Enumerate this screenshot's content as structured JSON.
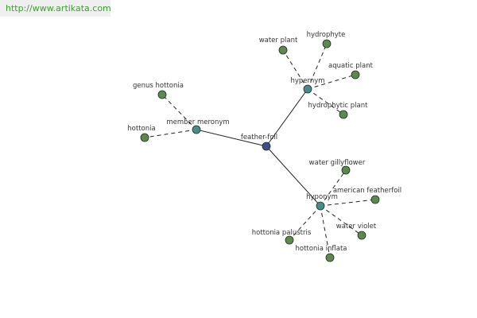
{
  "site_url": "http://www.artikata.com",
  "colors": {
    "leaf": "#5b8a4c",
    "relation": "#4b8a8c",
    "center": "#3b4f8e",
    "edge": "#222222",
    "label": "#333333",
    "watermark_text": "#3c9e2e",
    "watermark_bg": "#efefef"
  },
  "graph": {
    "center": "feather-foil",
    "relations": [
      {
        "label": "hypernym",
        "members": [
          "water plant",
          "hydrophyte",
          "aquatic plant",
          "hydrophytic plant"
        ]
      },
      {
        "label": "member meronym",
        "members": [
          "genus hottonia",
          "hottonia"
        ]
      },
      {
        "label": "hyponym",
        "members": [
          "water gillyflower",
          "american featherfoil",
          "water violet",
          "hottonia inflata",
          "hottonia palustris"
        ]
      }
    ]
  }
}
